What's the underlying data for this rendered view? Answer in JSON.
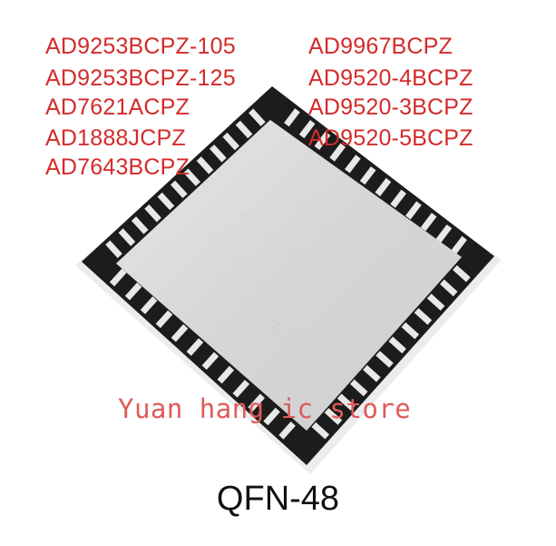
{
  "product_photo": {
    "subject": "qfn-ic-chip"
  },
  "part_numbers": {
    "left_column": [
      "AD9253BCPZ-105",
      "AD9253BCPZ-125",
      "AD7621ACPZ",
      "AD1888JCPZ",
      "AD7643BCPZ"
    ],
    "right_column": [
      "AD9967BCPZ",
      "AD9520-4BCPZ",
      "AD9520-3BCPZ",
      "AD9520-5BCPZ"
    ]
  },
  "watermark": {
    "text": "Yuan hang ic store"
  },
  "package": {
    "label": "QFN-48"
  },
  "colors": {
    "part_text": "#d42a2a",
    "watermark_text": "#e05a5a",
    "chip_body": "#1c1c1c",
    "chip_top": "#d9d9d9",
    "pad": "#e8e8e8"
  }
}
